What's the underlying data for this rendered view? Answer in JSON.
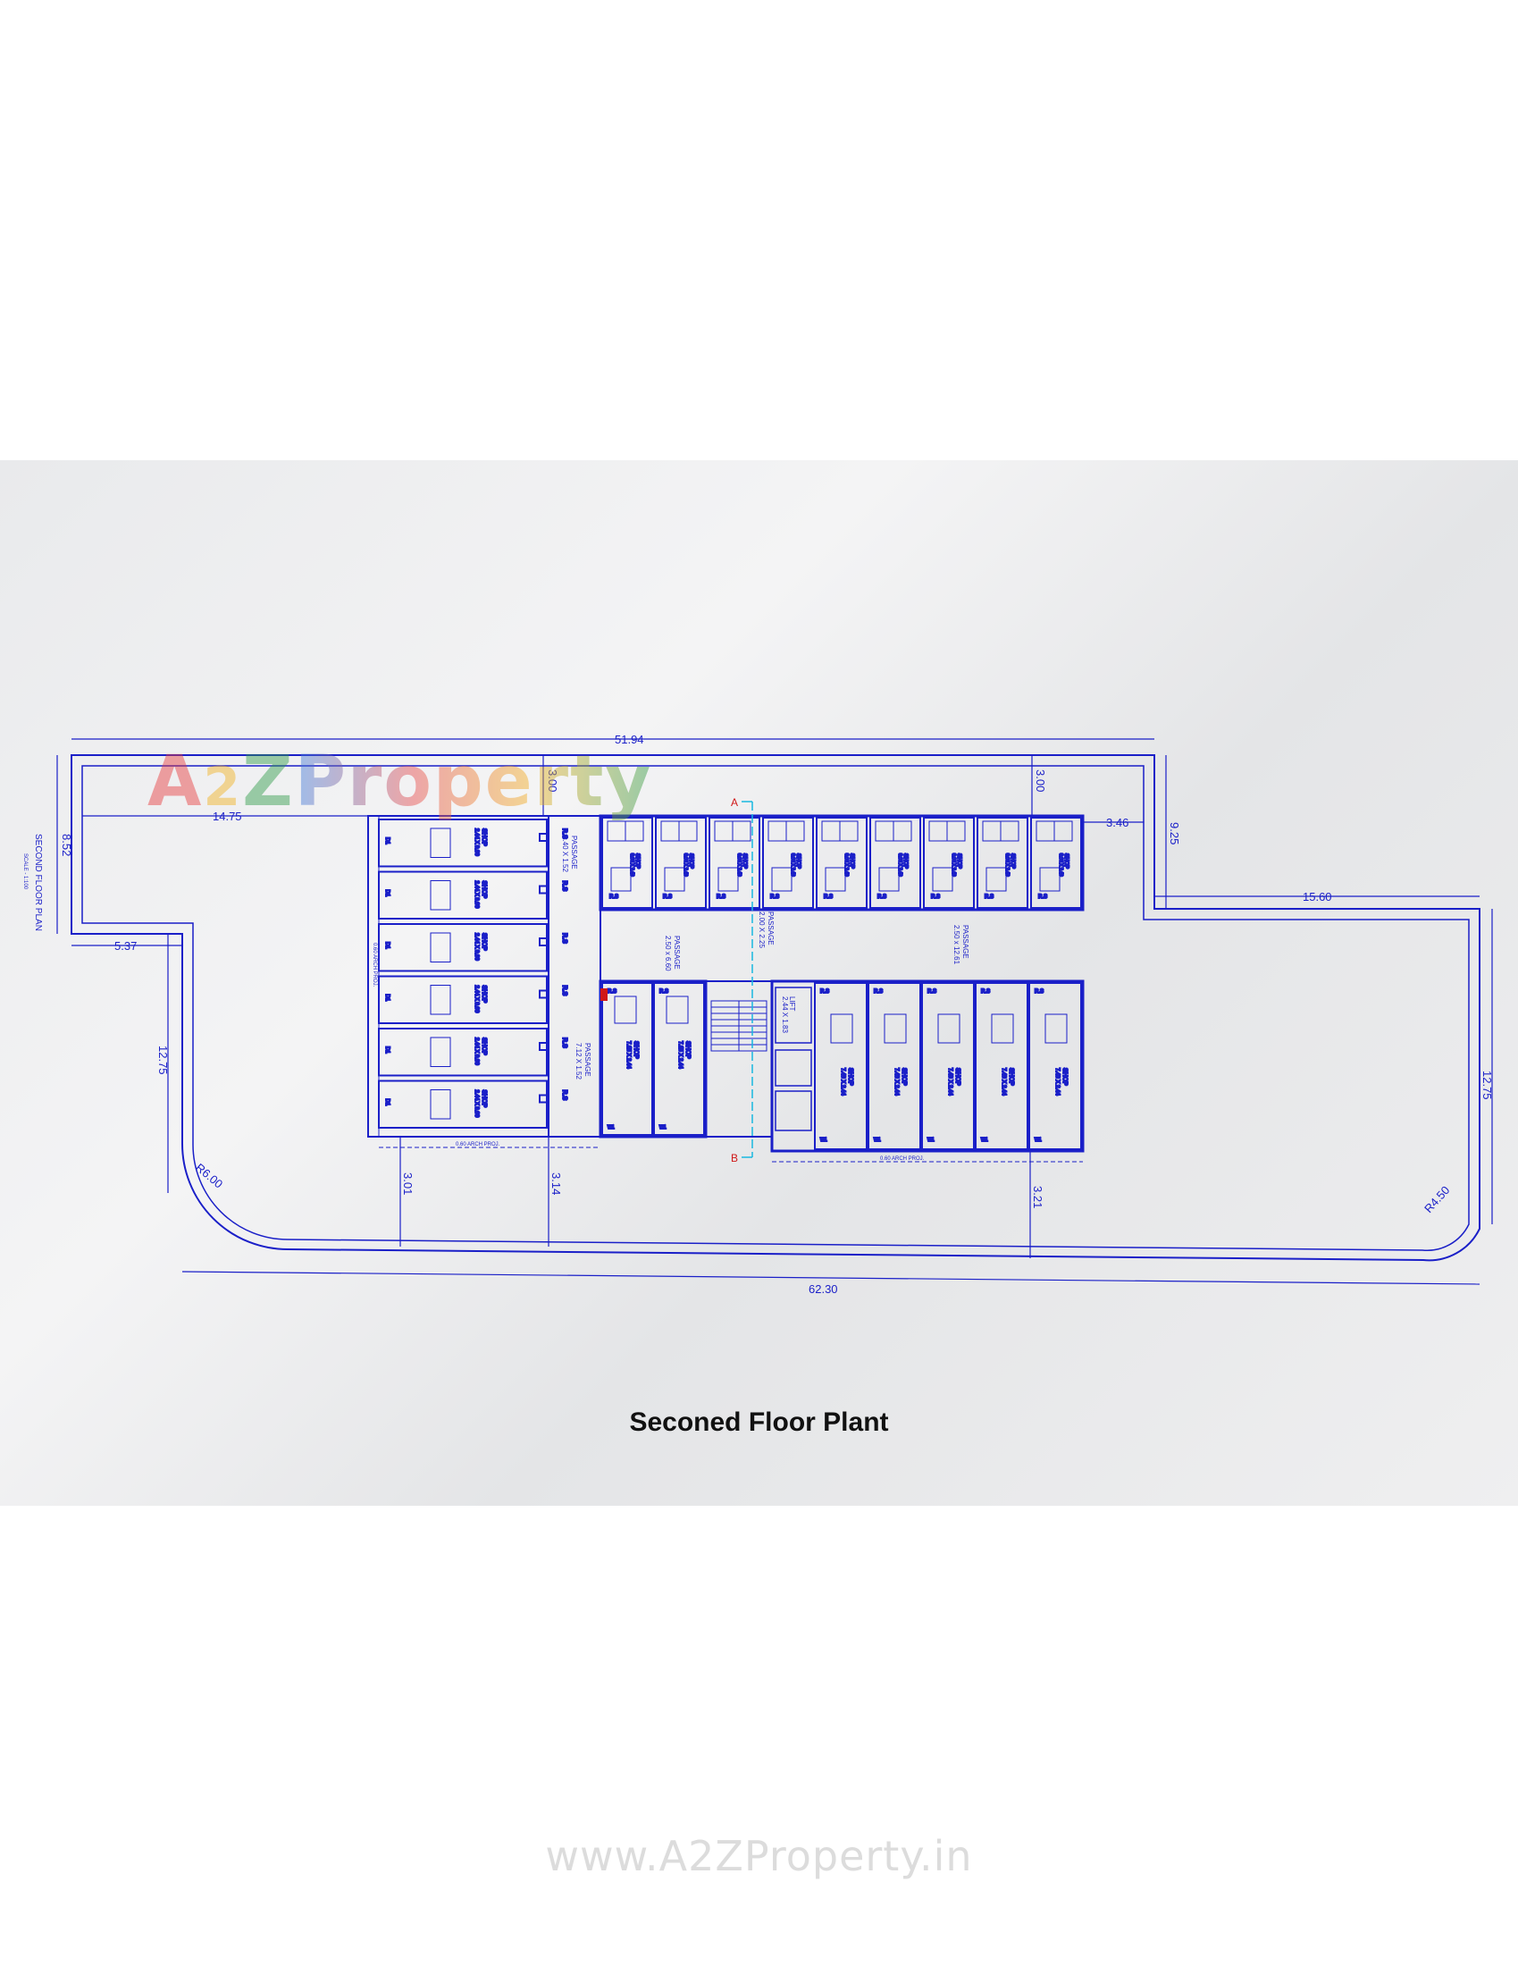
{
  "plan_title": "SECOND  FLOOR PLAN",
  "plan_scale": "SCALE - 1:100",
  "caption": "Seconed Floor Plant",
  "footer_url": "www.A2ZProperty.in",
  "watermark": {
    "a": "A",
    "two": "2",
    "z": "Z",
    "property": "Property"
  },
  "colors": {
    "line": "#1a1fc8",
    "panel": "#ececed",
    "section": "#19b8e0",
    "marker": "#d01818"
  },
  "dimensions": {
    "top_overall": "51.94",
    "bottom_overall": "62.30",
    "left_top_width": "14.75",
    "left_setback": "8.52",
    "left_step": "5.37",
    "left_depth": "12.75",
    "right_depth": "12.75",
    "right_step": "9.25",
    "right_width": "15.60",
    "margin_top_left": "3.00",
    "margin_top_right": "3.00",
    "margin_right": "3.46",
    "margin_bottom_1": "3.01",
    "margin_bottom_2": "3.14",
    "margin_bottom_3": "3.21",
    "radius_left": "R6.00",
    "radius_right": "R4.50"
  },
  "section_marks": {
    "a": "A",
    "b": "B"
  },
  "passages": [
    {
      "name": "PASSAGE",
      "size": "1.40 X 1.52"
    },
    {
      "name": "PASSAGE",
      "size": "7.12 X 1.52"
    },
    {
      "name": "PASSAGE",
      "size": "2.50 x 6.60"
    },
    {
      "name": "PASSAGE",
      "size": "2.00 X 2.25"
    },
    {
      "name": "PASSAGE",
      "size": "2.50 x 12.61"
    }
  ],
  "left_shops": [
    {
      "name": "SHOP",
      "size": "2.44 X 9.00"
    },
    {
      "name": "SHOP",
      "size": "2.44 X 9.00"
    },
    {
      "name": "SHOP",
      "size": "2.44 X 9.00"
    },
    {
      "name": "SHOP",
      "size": "2.44 X 9.00"
    },
    {
      "name": "SHOP",
      "size": "2.44 X 9.00"
    },
    {
      "name": "SHOP",
      "size": "2.44 X 9.00"
    }
  ],
  "top_shops": [
    {
      "name": "SHOP",
      "size": "3.60 X 2.40"
    },
    {
      "name": "SHOP",
      "size": "3.60 X 2.40"
    },
    {
      "name": "SHOP",
      "size": "3.60 X 2.40"
    },
    {
      "name": "SHOP",
      "size": "3.60 X 2.40"
    },
    {
      "name": "SHOP",
      "size": "3.60 X 2.40"
    },
    {
      "name": "SHOP",
      "size": "3.60 X 2.40"
    },
    {
      "name": "SHOP",
      "size": "3.60 X 2.40"
    },
    {
      "name": "SHOP",
      "size": "3.60 X 2.40"
    },
    {
      "name": "SHOP",
      "size": "3.60 X 2.40"
    }
  ],
  "bottom_left_shops": [
    {
      "name": "SHOP",
      "size": "7.15 X 2.44"
    },
    {
      "name": "SHOP",
      "size": "7.15 X 2.44"
    }
  ],
  "bottom_right_shops": [
    {
      "name": "SHOP",
      "size": "7.49 X 2.44"
    },
    {
      "name": "SHOP",
      "size": "7.49 X 2.44"
    },
    {
      "name": "SHOP",
      "size": "7.49 X 2.44"
    },
    {
      "name": "SHOP",
      "size": "7.49 X 2.44"
    },
    {
      "name": "SHOP",
      "size": "7.49 X 2.44"
    }
  ],
  "lift": {
    "name": "LIFT",
    "size": "2.44 X 1.83"
  },
  "rs_label": "R.S",
  "door_label": "D1",
  "window_label": "W1",
  "arch_label_left": "0.60 ARCH PROJ.",
  "arch_label_bottom": "0.60 ARCH PROJ.",
  "arch_label_right": "0.60 ARCH PROJ."
}
